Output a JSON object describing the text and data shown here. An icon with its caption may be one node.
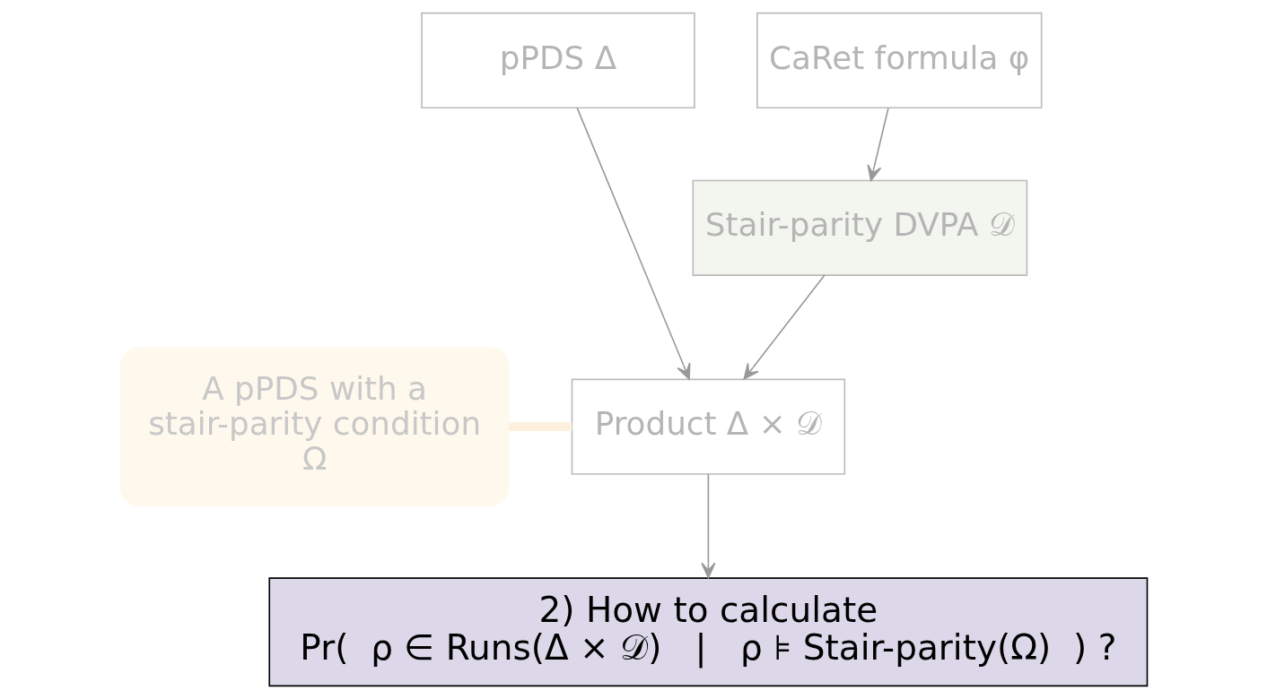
{
  "diagram": {
    "nodes": [
      {
        "text": [
          "pPDS Δ"
        ]
      },
      {
        "text": [
          "CaRet formula φ"
        ]
      },
      {
        "text": [
          "Stair-parity DVPA 𝒟"
        ]
      },
      {
        "text": [
          "Product Δ × 𝒟"
        ]
      },
      {
        "text": [
          "A pPDS with a stair-parity condition Ω"
        ]
      },
      {
        "text": [
          "2) How to calculate",
          "Pr(  ρ ∈ Runs(Δ × 𝒟)   |   ρ ⊧ Stair-parity(Ω)  ) ?"
        ]
      }
    ],
    "edges": [
      {
        "from": 0,
        "to": 3,
        "arrow": "to"
      },
      {
        "from": 1,
        "to": 2,
        "arrow": "to"
      },
      {
        "from": 2,
        "to": 3,
        "arrow": "to"
      },
      {
        "from": 4,
        "to": 3,
        "arrow": "none",
        "style": "thick",
        "color": "#fdf1de"
      },
      {
        "from": 3,
        "to": 5,
        "arrow": "to"
      }
    ]
  }
}
